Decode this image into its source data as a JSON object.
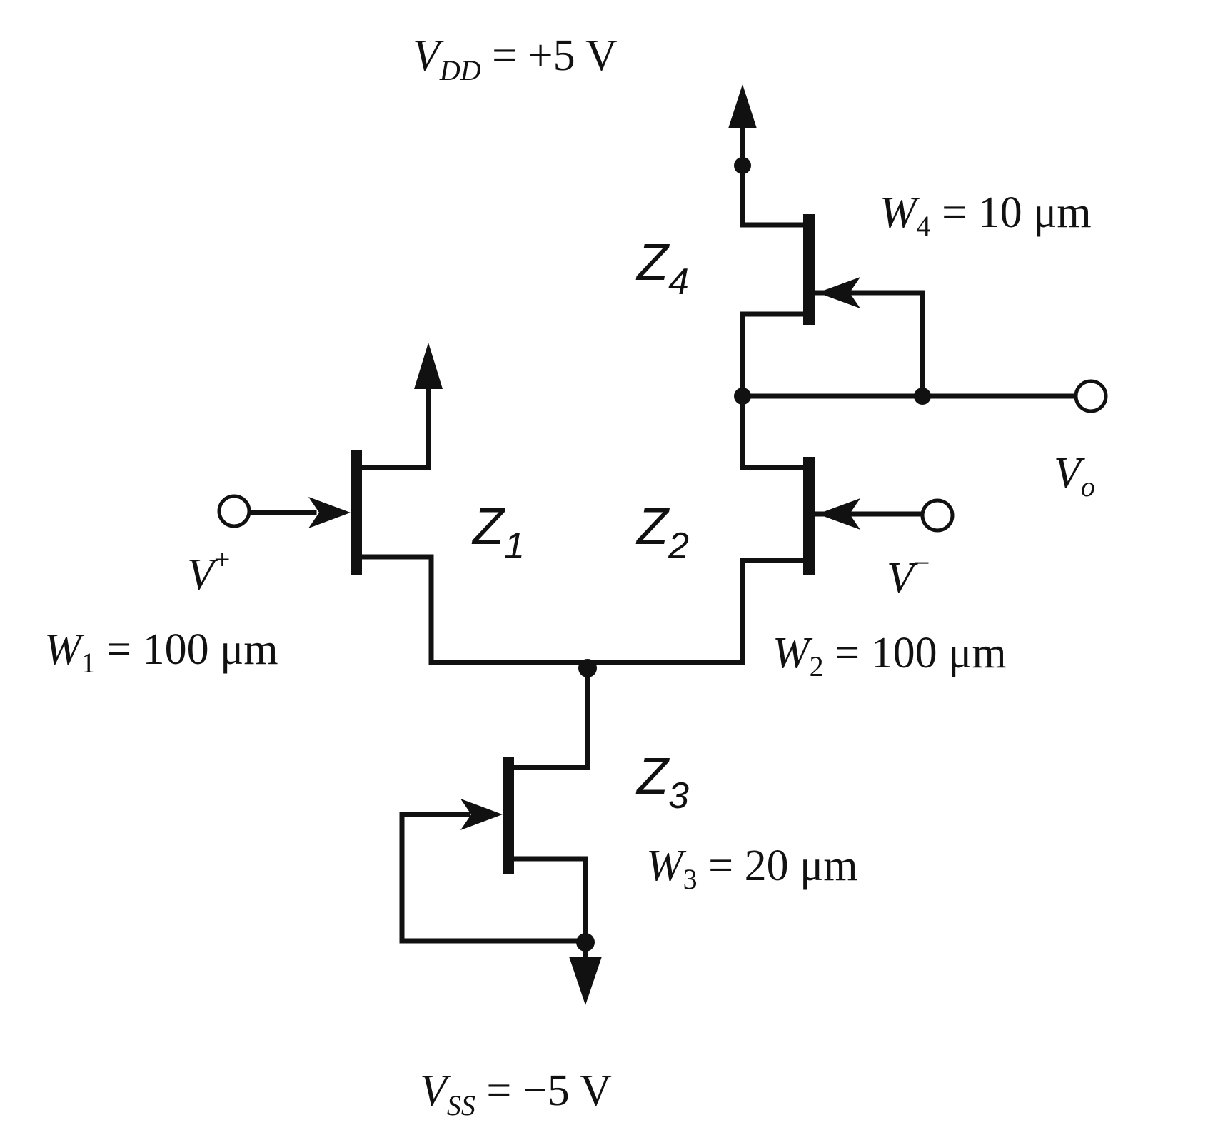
{
  "supplies": {
    "vdd": {
      "symbol": "V",
      "sub": "DD",
      "value": " = +5 V"
    },
    "vss": {
      "symbol": "V",
      "sub": "SS",
      "value": " = −5 V"
    }
  },
  "inputs": {
    "vplus": {
      "symbol": "V",
      "sup": "+"
    },
    "vminus": {
      "symbol": "V",
      "sup": "−"
    }
  },
  "output": {
    "symbol": "V",
    "sub": "o"
  },
  "widths": {
    "w1": {
      "symbol": "W",
      "sub": "1",
      "value": " = 100 μm"
    },
    "w2": {
      "symbol": "W",
      "sub": "2",
      "value": " = 100 μm"
    },
    "w3": {
      "symbol": "W",
      "sub": "3",
      "value": " = 20 μm"
    },
    "w4": {
      "symbol": "W",
      "sub": "4",
      "value": " = 10 μm"
    }
  },
  "impedances": {
    "z1": {
      "symbol": "Z",
      "sub": "1"
    },
    "z2": {
      "symbol": "Z",
      "sub": "2"
    },
    "z3": {
      "symbol": "Z",
      "sub": "3"
    },
    "z4": {
      "symbol": "Z",
      "sub": "4"
    }
  },
  "colors": {
    "ink": "#111111",
    "background": "#ffffff"
  }
}
